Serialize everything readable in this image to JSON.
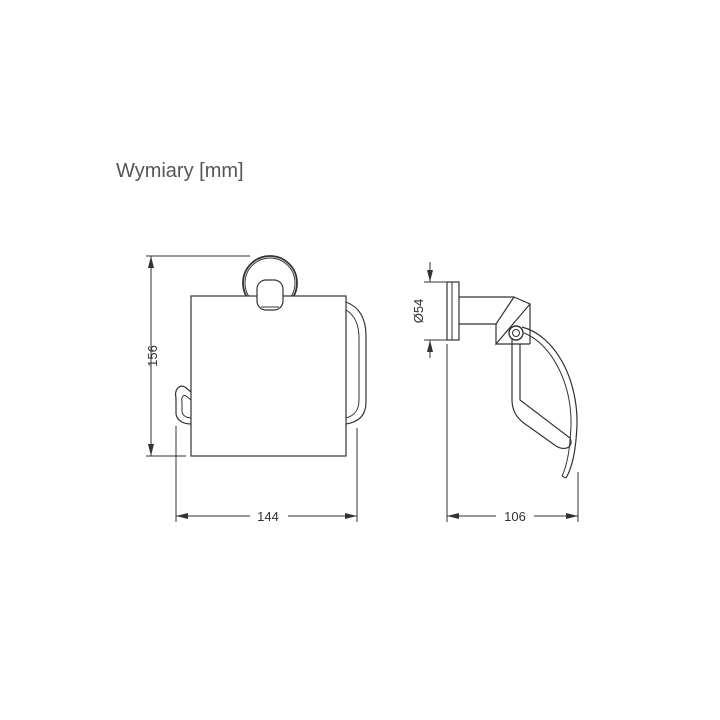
{
  "title": "Wymiary [mm]",
  "dimensions": {
    "height": "156",
    "width": "144",
    "depth": "106",
    "diameter": "Ø54"
  }
}
